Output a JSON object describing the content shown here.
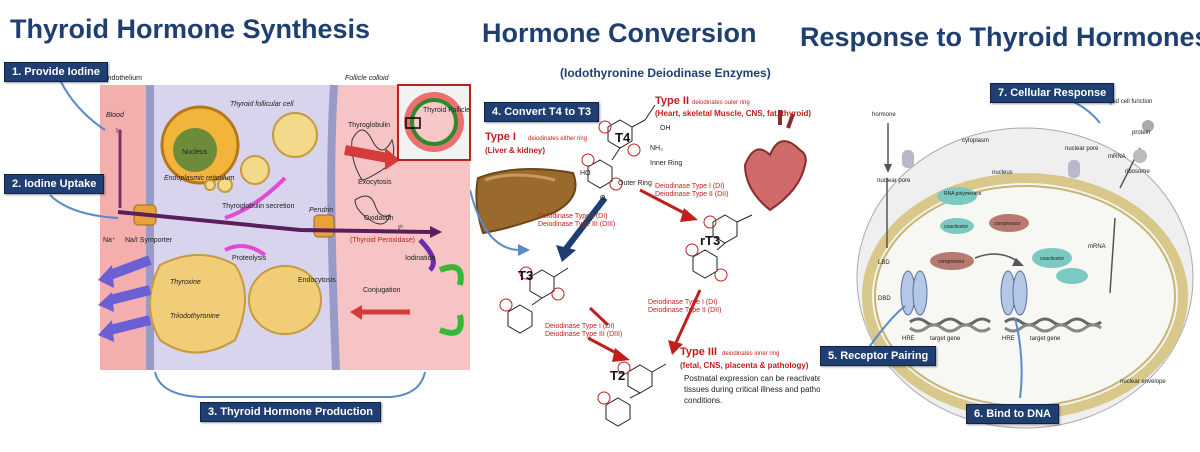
{
  "titles": {
    "synthesis": "Thyroid Hormone Synthesis",
    "conversion": "Hormone Conversion",
    "conversion_sub": "(Iodothyronine Deiodinase Enzymes)",
    "response": "Response to Thyroid Hormones"
  },
  "steps": {
    "s1": "1. Provide Iodine",
    "s2": "2. Iodine Uptake",
    "s3": "3. Thyroid Hormone Production",
    "s4": "4. Convert T4 to T3",
    "s5": "5. Receptor Pairing",
    "s6": "6. Bind to DNA",
    "s7": "7. Cellular Response"
  },
  "synthesis": {
    "endothelium": "Endothelium",
    "blood": "Blood",
    "iodide": "I⁻",
    "follicular_cell": "Thyroid follicular cell",
    "follicle_colloid": "Follicle colloid",
    "nucleus": "Nucleus",
    "er": "Endoplasmic reticulum",
    "thyroglobulin": "Thyroglobulin",
    "exocytosis": "Exocytosis",
    "tg_secretion": "Thyroglobulin secretion",
    "pendrin": "Pendrin",
    "oxidation": "Oxidation",
    "i0": "I⁰",
    "tpo": "(Thyroid Peroxidase)",
    "na": "Na⁺",
    "symporter": "Na/I Symporter",
    "proteolysis": "Proteolysis",
    "endocytosis": "Endocytosis",
    "iodination": "Iodination",
    "conjugation": "Conjugation",
    "thyroxine": "Thyroxine",
    "triiodothyronine": "Triiodothyronine",
    "inset": "Thyroid Follicle"
  },
  "conversion": {
    "type1": "Type I",
    "type1_desc": "deiodinates either ring",
    "type1_tissue": "(Liver & kidney)",
    "type2": "Type II",
    "type2_desc": "deiodinates outer ring",
    "type2_tissue": "(Heart, skeletal Muscle, CNS, fat, thyroid)",
    "type3": "Type III",
    "type3_desc": "deiodinates inner ring",
    "type3_tissue": "(fetal, CNS, placenta & pathology)",
    "type3_note": [
      "Postnatal expression can be reactivated in normal",
      "tissues during critical illness and pathologic",
      "conditions."
    ],
    "t4": "T4",
    "t3": "T3",
    "rt3": "rT3",
    "t2": "T2",
    "inner_ring": "Inner Ring",
    "outer_ring": "Outer Ring",
    "enz_a1": "Deiodinase Type I (DI)",
    "enz_a2": "Deiodinase Type II (DII)",
    "enz_b1": "Deiodinase Type I (DI)",
    "enz_b2": "Deiodinase Type III (DIII)",
    "enz_c1": "Deiodinase Type I (DI)",
    "enz_c2": "Deiodinase Type II (DII)",
    "enz_d1": "Deiodinase Type I (DI)",
    "enz_d2": "Deiodinase Type III (DIII)",
    "oh": "OH",
    "nh2": "NH₂",
    "o": "O",
    "ho": "HO"
  },
  "response": {
    "hormone": "hormone",
    "nuclear_pore": "nuclear pore",
    "nuclear_pore2": "nuclear pore",
    "cytoplasm": "cytoplasm",
    "nucleus": "nucleus",
    "rna_polymerase": "RNA polymerase",
    "coactivator": "coactivator",
    "coactivator2": "coactivator",
    "corepressor": "corepressor",
    "corepressor2": "corepressor",
    "lbd": "LBD",
    "dbd": "DBD",
    "hre": "HRE",
    "hre2": "HRE",
    "target_gene": "target gene",
    "target_gene2": "target gene",
    "mrna": "mRNA",
    "mrna2": "mRNA",
    "protein": "protein",
    "changed_function": "changed cell function",
    "ribosome": "ribosome",
    "nuclear_envelope": "nuclear envelope"
  }
}
